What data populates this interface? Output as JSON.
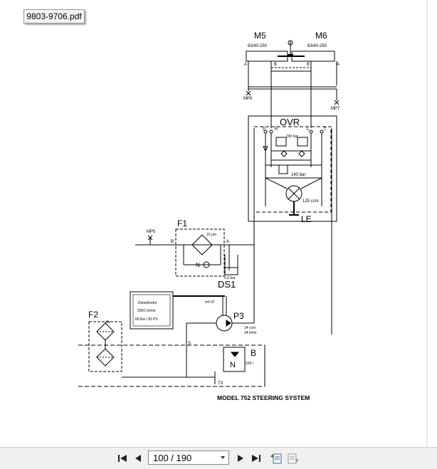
{
  "viewer": {
    "file_name": "9803-9706.pdf"
  },
  "drawing": {
    "motor_left": "M5",
    "motor_right": "M6",
    "cyl_spec_left": "63/40-250",
    "cyl_spec_right": "63/40-250",
    "port_a": "A",
    "port_b": "B",
    "mp6": "MP6",
    "mp7": "MP7",
    "ovr": "OVR",
    "port_p": "P",
    "port_r": "R",
    "port_l": "L",
    "port_t": "T",
    "p200": "200 bar",
    "p140": "140 bar",
    "ccm125": "125 ccm",
    "le": "LE",
    "f1": "F1",
    "mp5": "MP5",
    "micron": "10 μm",
    "ds1": "DS1",
    "ds1_spec": "5,5 bar",
    "n": "N",
    "engine_line1": "Dieselmotor",
    "engine_line2": "2500 U/min",
    "engine_line3": "60 Kw / 81 PS",
    "ratio": "i=0.97",
    "p3": "P3",
    "p3_spec1": "14 ccm",
    "p3_spec2": "34 l/min",
    "f2": "F2",
    "port_s": "S",
    "tank_b": "B",
    "tank_vol": "100 l",
    "t3": "T3",
    "caption": "MODEL 752    STEERING SYSTEM"
  },
  "toolbar": {
    "page_indicator": "100 / 190",
    "icons": [
      "first-page-icon",
      "previous-page-icon",
      "next-page-icon",
      "last-page-icon",
      "previous-view-icon",
      "next-view-icon"
    ]
  }
}
